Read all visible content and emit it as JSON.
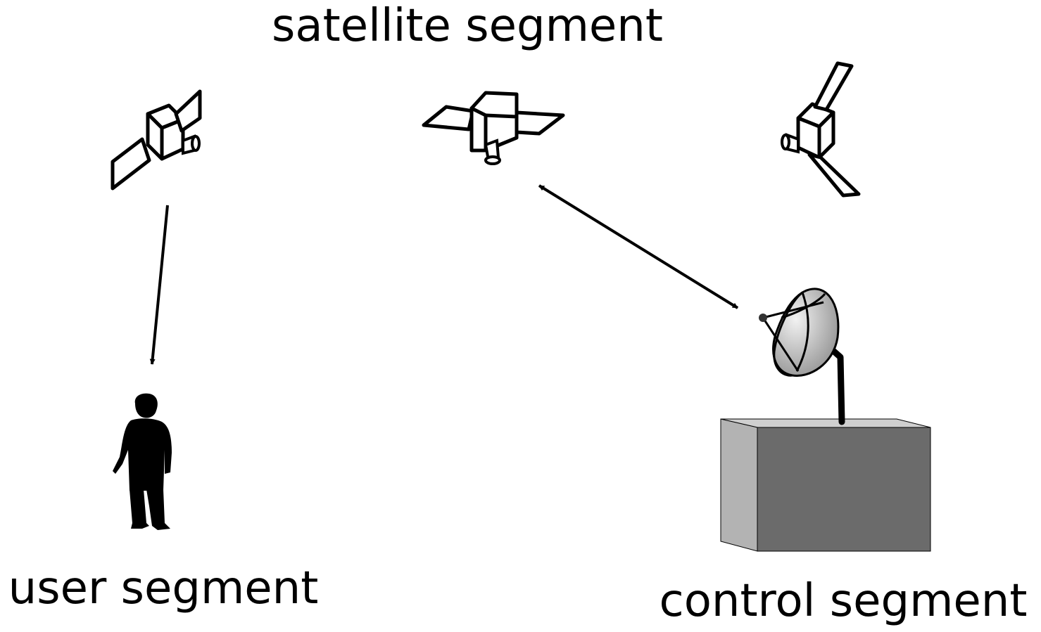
{
  "labels": {
    "satellite_segment": "satellite segment",
    "user_segment": "user segment",
    "control_segment": "control segment"
  },
  "colors": {
    "ink": "#000000",
    "background": "#ffffff",
    "building_front": "#6b6b6b",
    "building_side": "#b3b3b3",
    "building_top": "#cfcfcf",
    "dish_light": "#f2f2f2",
    "dish_dark": "#8a8a8a"
  },
  "icons": {
    "satellite": "satellite-icon",
    "user": "person-silhouette-icon",
    "ground_station": "ground-station-icon",
    "dish": "satellite-dish-icon"
  }
}
